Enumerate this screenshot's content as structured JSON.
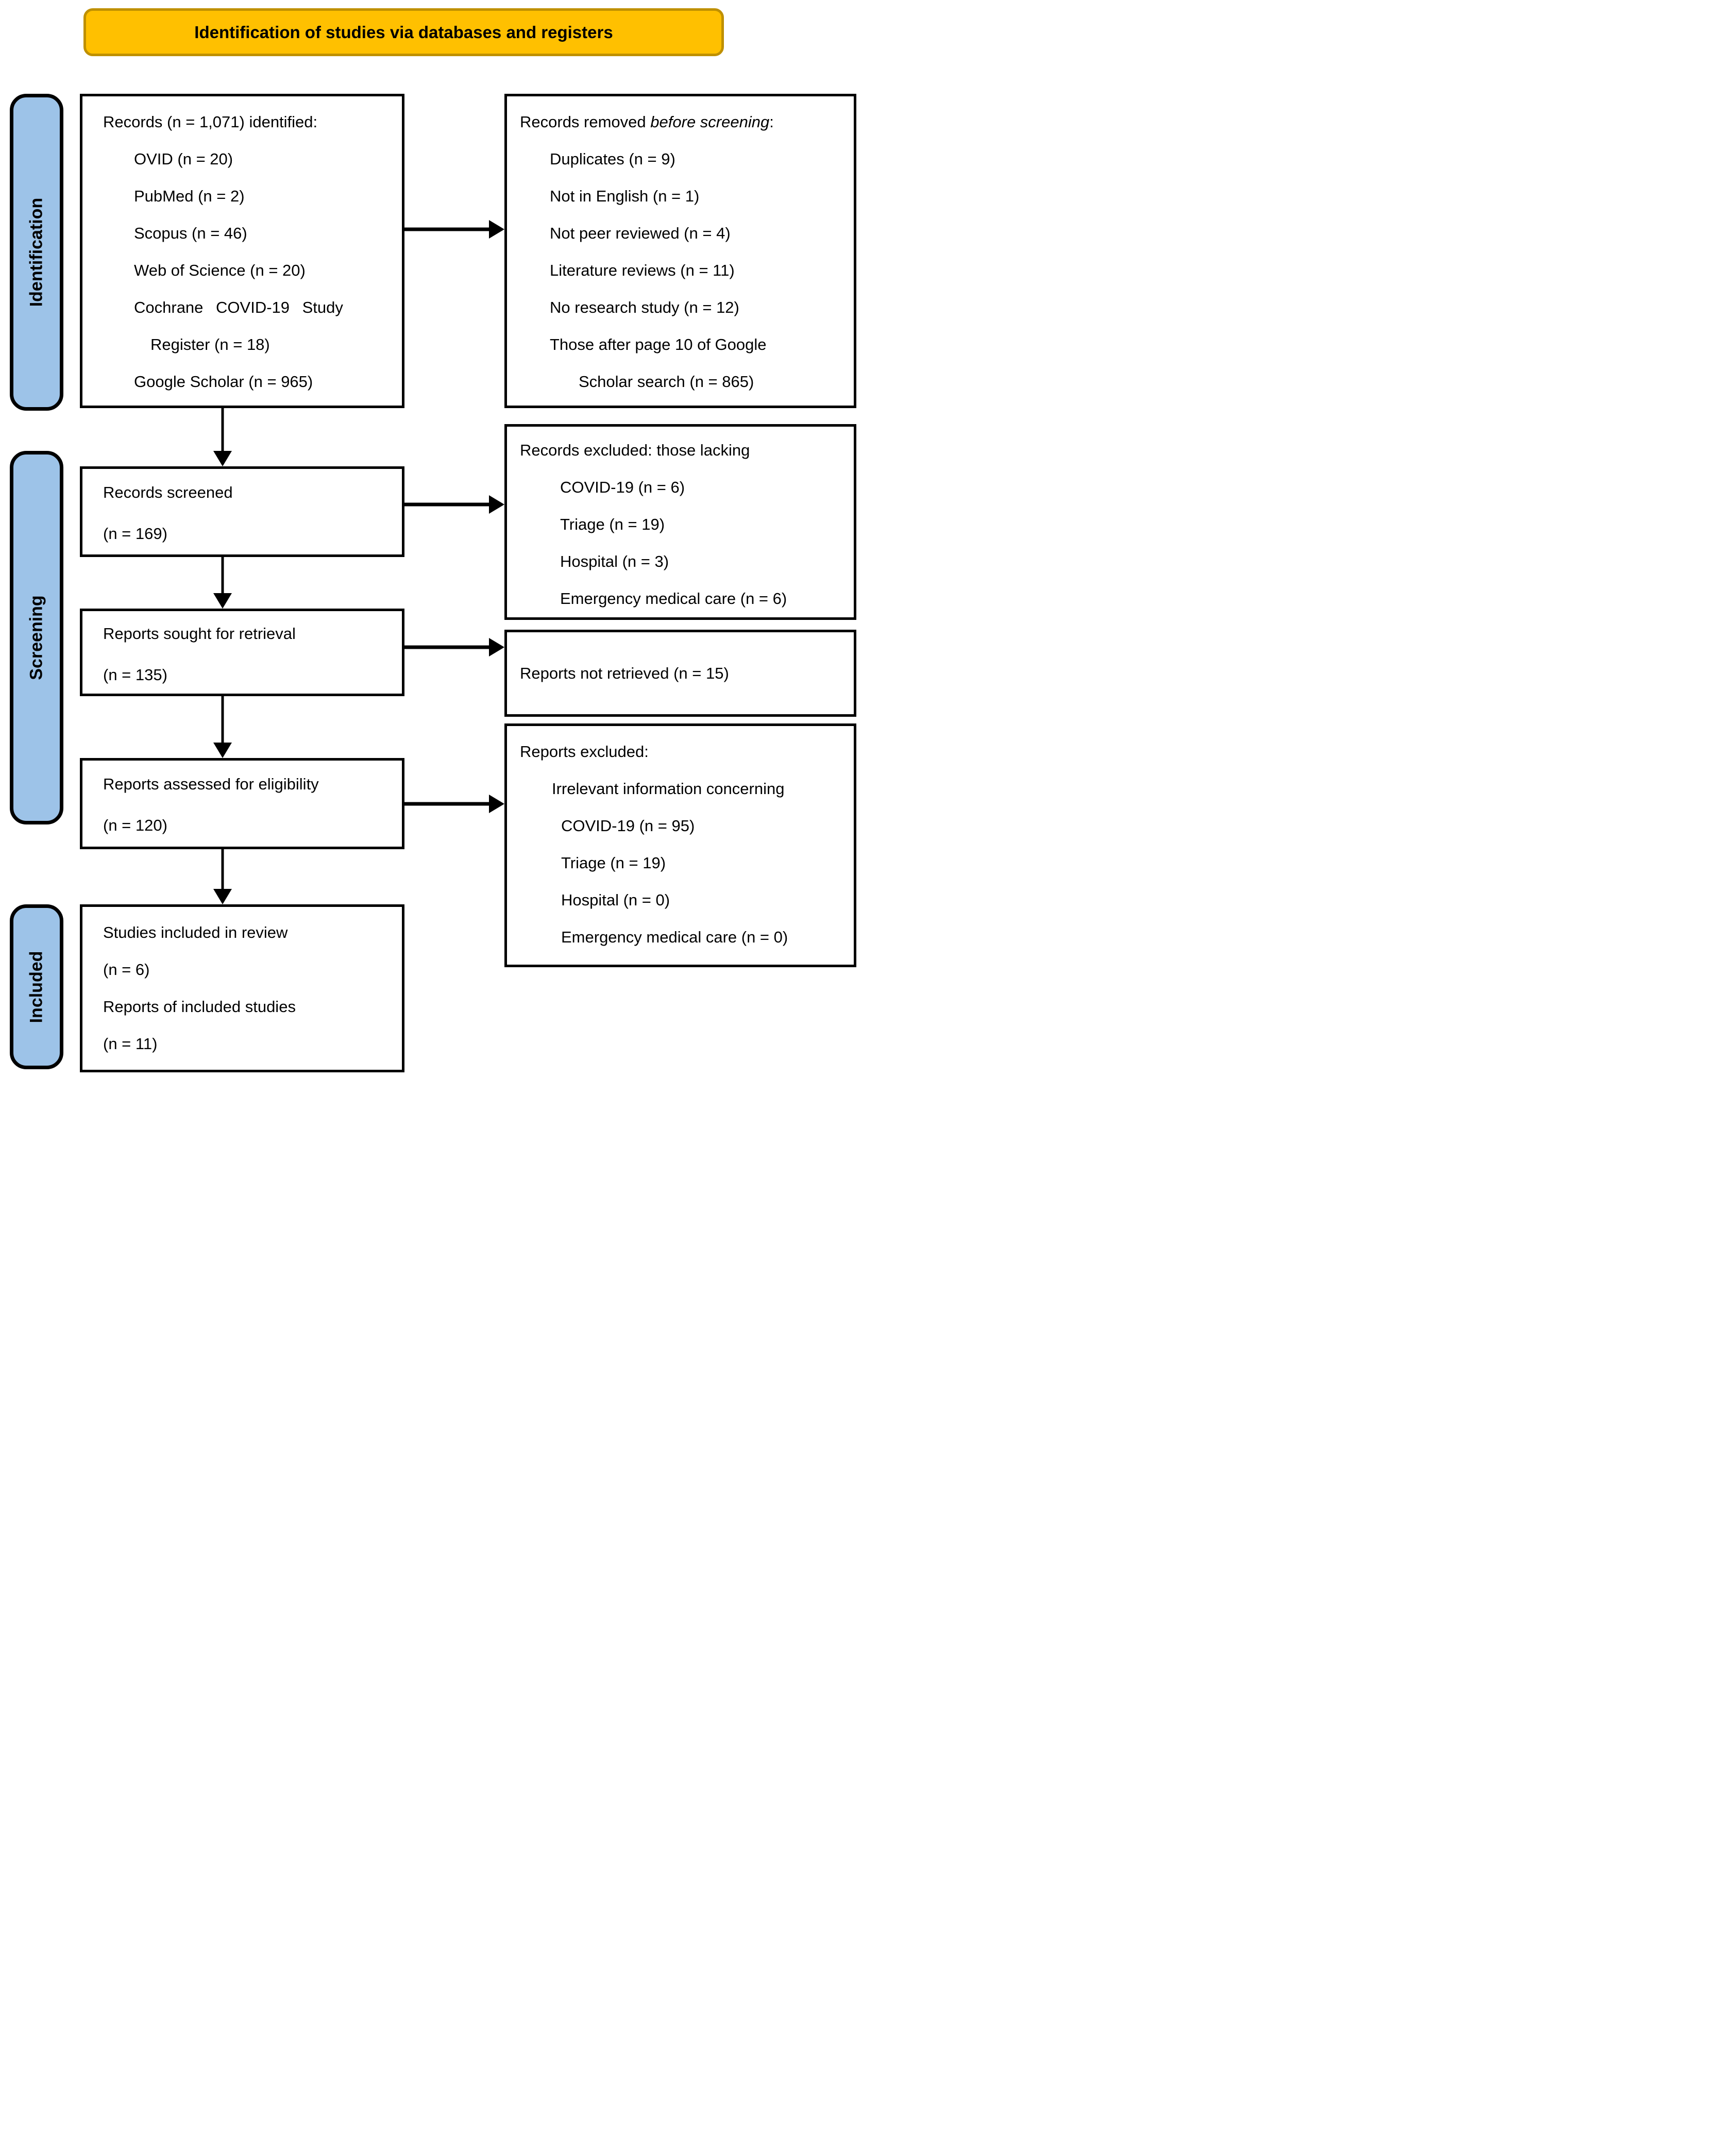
{
  "banner": {
    "title": "Identification of studies via databases and registers"
  },
  "stages": [
    {
      "label": "Identification"
    },
    {
      "label": "Screening"
    },
    {
      "label": "Included"
    }
  ],
  "colors": {
    "banner_fill": "#FFC000",
    "banner_border": "#BF9000",
    "stage_fill": "#9DC3E8",
    "line": "#000000",
    "background": "#FFFFFF"
  },
  "boxes": {
    "identified": {
      "lines": [
        "Records (n = 1,071) identified:",
        "OVID (n = 20)",
        "PubMed (n = 2)",
        "Scopus (n = 46)",
        "Web of Science (n = 20)",
        "Cochrane COVID-19 Study",
        "Register (n = 18)",
        "Google Scholar (n = 965)"
      ]
    },
    "removed": {
      "title_prefix": "Records removed ",
      "title_italic": "before screening",
      "title_suffix": ":",
      "lines": [
        "Duplicates (n = 9)",
        "Not in English (n = 1)",
        "Not peer reviewed (n = 4)",
        "Literature reviews (n = 11)",
        "No research study (n = 12)",
        "Those after page 10 of Google",
        "Scholar search (n = 865)"
      ]
    },
    "screened": {
      "lines": [
        "Records screened",
        "(n = 169)"
      ]
    },
    "excluded_records": {
      "lines": [
        "Records excluded: those lacking",
        "COVID-19 (n = 6)",
        "Triage (n = 19)",
        "Hospital (n = 3)",
        "Emergency medical care (n = 6)"
      ]
    },
    "sought": {
      "lines": [
        "Reports sought for retrieval",
        "(n = 135)"
      ]
    },
    "not_retrieved": {
      "lines": [
        "Reports not retrieved (n = 15)"
      ]
    },
    "assessed": {
      "lines": [
        "Reports assessed for eligibility",
        "(n = 120)"
      ]
    },
    "excluded_reports": {
      "lines": [
        "Reports excluded:",
        "Irrelevant information concerning",
        "COVID-19 (n = 95)",
        "Triage (n = 19)",
        "Hospital (n = 0)",
        "Emergency medical care (n = 0)"
      ]
    },
    "included": {
      "lines": [
        "Studies included in review",
        "(n = 6)",
        "Reports of included studies",
        "(n = 11)"
      ]
    }
  }
}
